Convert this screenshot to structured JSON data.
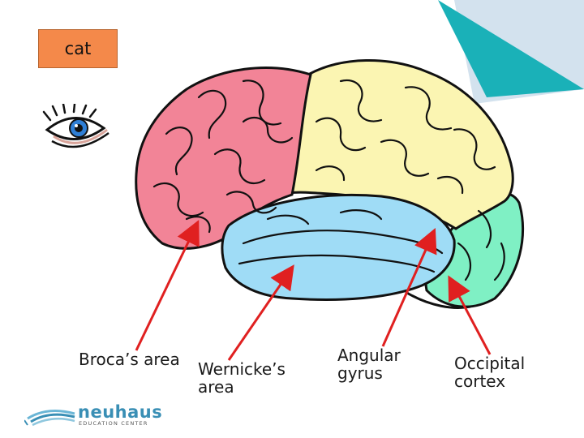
{
  "cat_box": {
    "label": "cat"
  },
  "labels": {
    "broca": "Broca’s area",
    "wernicke": "Wernicke’s\narea",
    "angular": "Angular\ngyrus",
    "occipital": "Occipital\ncortex"
  },
  "logo": {
    "name": "neuhaus",
    "tagline": "EDUCATION CENTER"
  },
  "colors": {
    "frontal": "#f28497",
    "parietal": "#fbf5b2",
    "temporal": "#9fdcf6",
    "occipital": "#7ff0c4",
    "arrow": "#e02020",
    "corner_teal": "#1ab1b8",
    "corner_light": "#d3e2ee",
    "cat_box": "#f4894a"
  }
}
